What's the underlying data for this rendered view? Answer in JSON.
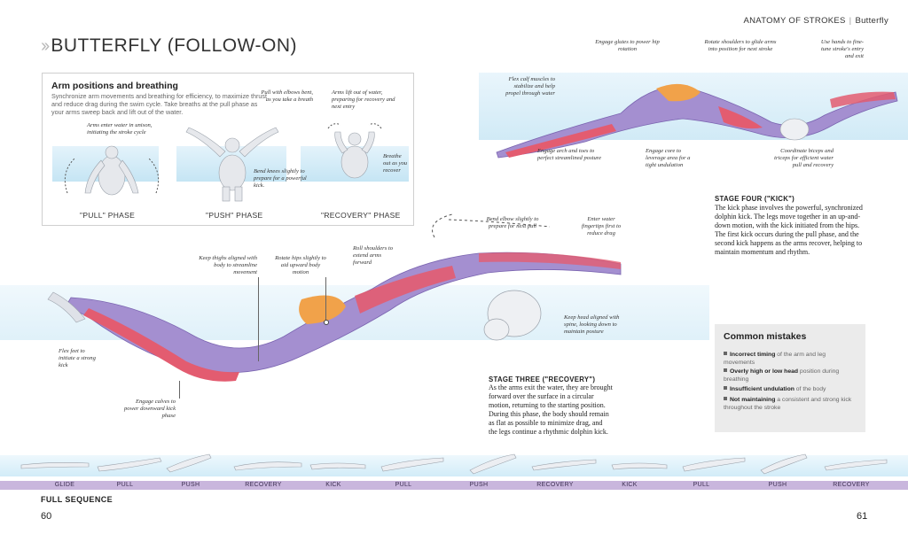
{
  "header": {
    "section": "ANATOMY OF STROKES",
    "stroke": "Butterfly"
  },
  "title": "BUTTERFLY (FOLLOW-ON)",
  "arms_panel": {
    "title": "Arm positions and breathing",
    "description": "Synchronize arm movements and breathing for efficiency, to maximize thrust and reduce drag during the swim cycle. Take breaths at the pull phase as your arms sweep back and lift out of the water.",
    "phases": [
      "\"PULL\" PHASE",
      "\"PUSH\" PHASE",
      "\"RECOVERY\" PHASE"
    ],
    "notes": {
      "arms_enter": "Arms enter water in unison, initiating the stroke cycle",
      "pull_elbows": "Pull with elbows bent, as you take a breath",
      "bend_knees": "Bend knees slightly to prepare for a powerful kick.",
      "arms_lift": "Arms lift out of water, preparing for recovery and next entry",
      "breathe_out": "Breathe out as you recover"
    }
  },
  "top_figure": {
    "notes": {
      "engage_glutes": "Engage glutes to power hip rotation",
      "rotate_shoulders": "Rotate shoulders to glide arms into position for next stroke",
      "use_hands": "Use hands to fine-tune stroke's entry and exit",
      "flex_calf": "Flex calf muscles to stabilize and help propel through water",
      "engage_arch": "Engage arch and toes to perfect streamlined posture",
      "engage_core": "Engage core to leverage area for a tight undulation",
      "coordinate_biceps": "Coordinate biceps and triceps for efficient water pull and recovery"
    }
  },
  "stage_four": {
    "title": "STAGE FOUR (\"KICK\")",
    "body": "The kick phase involves the powerful, synchronized dolphin kick. The legs move together in an up-and-down motion, with the kick initiated from the hips. The first kick occurs during the pull phase, and the second kick happens as the arms recover, helping to maintain momentum and rhythm."
  },
  "main_figure": {
    "notes": {
      "bend_elbow": "Bend elbow slightly to prepare for next pull",
      "enter_water": "Enter water fingertips first to reduce drag",
      "roll_shoulders": "Roll shoulders to extend arms forward",
      "keep_thighs": "Keep thighs aligned with body to streamline movement",
      "rotate_hips": "Rotate hips slightly to aid upward body motion",
      "keep_head": "Keep head aligned with spine, looking down to maintain posture",
      "flex_feet": "Flex feet to initiate a strong kick",
      "engage_calves": "Engage calves to power downward kick phase"
    }
  },
  "stage_three": {
    "title": "STAGE THREE (\"RECOVERY\")",
    "body": "As the arms exit the water, they are brought forward over the surface in a circular motion, returning to the starting position. During this phase, the body should remain as flat as possible to minimize drag, and the legs continue a rhythmic dolphin kick."
  },
  "mistakes": {
    "title": "Common mistakes",
    "items": [
      {
        "bold": "Incorrect timing",
        "rest": " of the arm and leg movements"
      },
      {
        "bold": "Overly high or low head",
        "rest": " position during breathing"
      },
      {
        "bold": "Insufficient undulation",
        "rest": " of the body"
      },
      {
        "bold": "Not maintaining",
        "rest": " a consistent and strong kick throughout the stroke"
      }
    ]
  },
  "sequence": {
    "label": "FULL SEQUENCE",
    "steps": [
      "GLIDE",
      "PULL",
      "PUSH",
      "RECOVERY",
      "KICK",
      "PULL",
      "PUSH",
      "RECOVERY",
      "KICK",
      "PULL",
      "PUSH",
      "RECOVERY"
    ]
  },
  "page_numbers": {
    "left": "60",
    "right": "61"
  },
  "colors": {
    "muscle": "#e25a6e",
    "body_purple": "#9a86c9",
    "water": "#cfe8f5",
    "sequence_bar": "#c9b6dd",
    "orange": "#f1a24a"
  }
}
